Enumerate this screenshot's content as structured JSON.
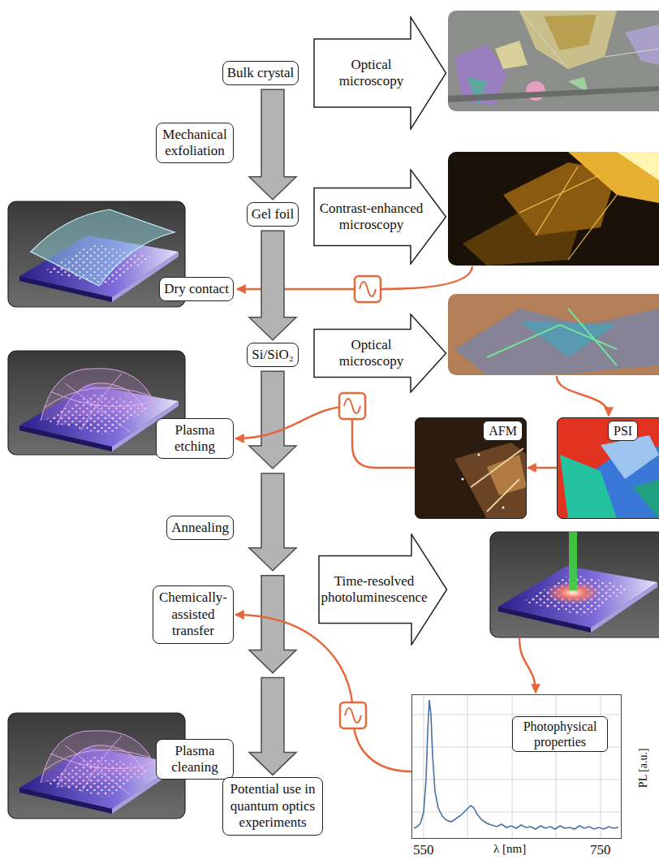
{
  "diagram": {
    "nodes": [
      {
        "text": [
          "Bulk crystal"
        ]
      },
      {
        "text": [
          "Optical microscopy"
        ]
      },
      {
        "text": [
          "Mechanical exfoliation"
        ]
      },
      {
        "text": [
          "Gel foil"
        ]
      },
      {
        "text": [
          "Contrast-enhanced microscopy"
        ]
      },
      {
        "text": [
          "Dry contact"
        ]
      },
      {
        "text": [
          "Si/SiO₂"
        ]
      },
      {
        "text": [
          "Optical microscopy"
        ]
      },
      {
        "text": [
          "Plasma etching"
        ]
      },
      {
        "text": [
          "AFM"
        ]
      },
      {
        "text": [
          "PSI"
        ]
      },
      {
        "text": [
          "Annealing"
        ]
      },
      {
        "text": [
          "Time-resolved photoluminescence"
        ]
      },
      {
        "text": [
          "Chemically-assisted transfer"
        ]
      },
      {
        "text": [
          "Photophysical properties"
        ]
      },
      {
        "text": [
          "Plasma cleaning"
        ]
      },
      {
        "text": [
          "Potential use in quantum optics experiments"
        ]
      }
    ],
    "edges": [
      {
        "from": 0,
        "to": 3,
        "arrow": "to"
      },
      {
        "from": 3,
        "to": 6,
        "arrow": "to"
      },
      {
        "from": 6,
        "to": 16,
        "arrow": "to"
      },
      {
        "from": 10,
        "to": 9,
        "arrow": "to"
      },
      {
        "from": 9,
        "to": 8,
        "arrow": "to"
      },
      {
        "from": 14,
        "to": 13,
        "arrow": "to"
      }
    ],
    "labels": [
      "550",
      "λ [nm]",
      "750",
      "PL [a.u.]"
    ]
  }
}
